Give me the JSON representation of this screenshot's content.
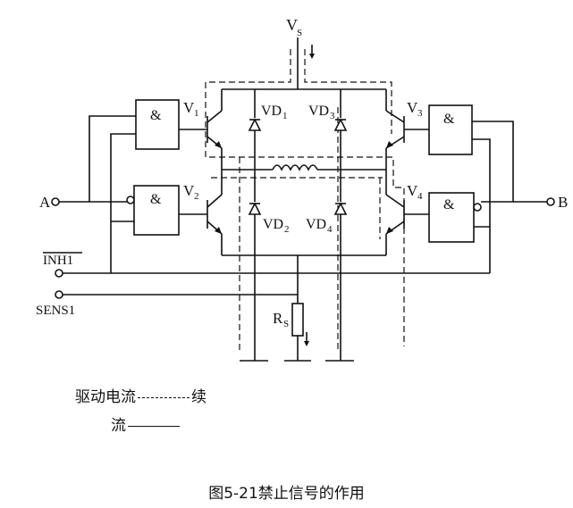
{
  "labels": {
    "vs": "V",
    "vs_sub": "S",
    "v1": "V",
    "v1_sub": "1",
    "v2": "V",
    "v2_sub": "2",
    "v3": "V",
    "v3_sub": "3",
    "v4": "V",
    "v4_sub": "4",
    "vd1": "VD",
    "vd1_sub": "1",
    "vd2": "VD",
    "vd2_sub": "2",
    "vd3": "VD",
    "vd3_sub": "3",
    "vd4": "VD",
    "vd4_sub": "4",
    "rs": "R",
    "rs_sub": "S",
    "a": "A",
    "b": "B",
    "inh": "INH1",
    "sens": "SENS1",
    "and_symbol": "&"
  },
  "legend": {
    "drive_text": "驱动电流",
    "cont_text_a": "续",
    "cont_text_b": "流"
  },
  "caption": "图5-21禁止信号的作用"
}
